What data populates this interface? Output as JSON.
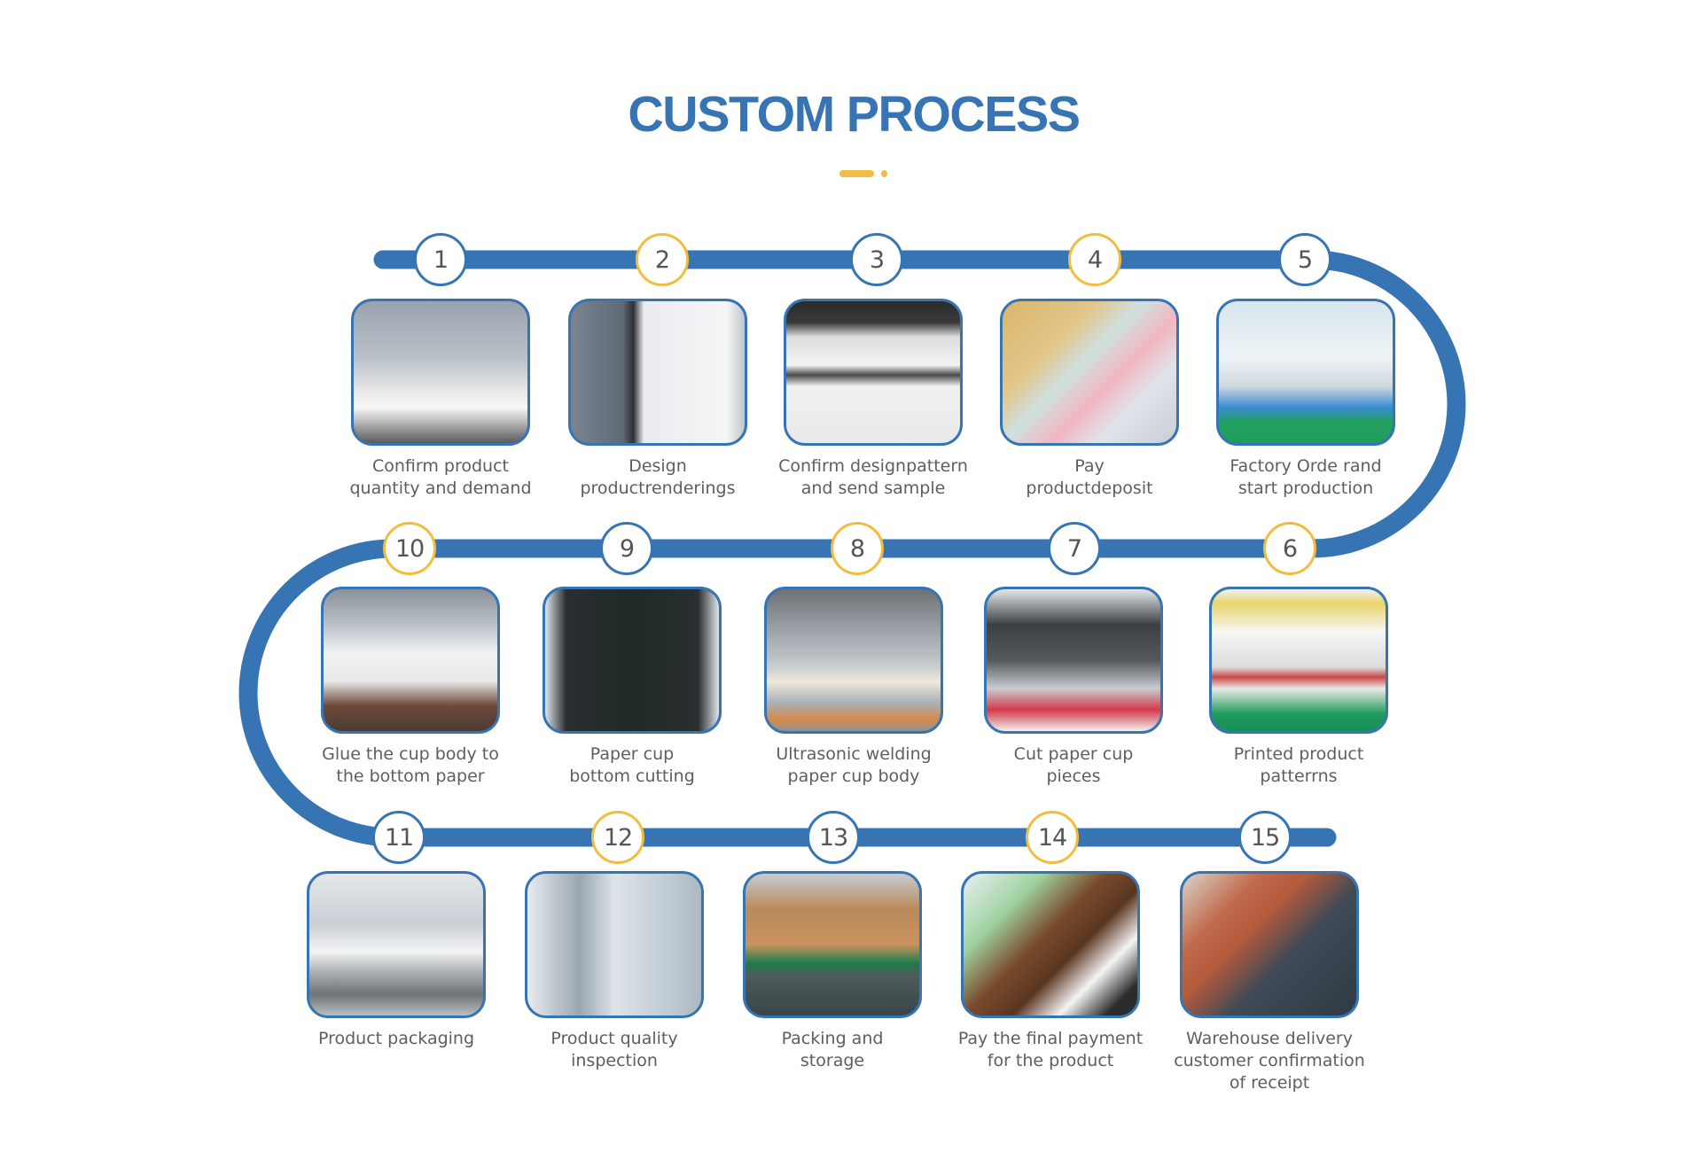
{
  "header": {
    "title": "CUSTOM PROCESS"
  },
  "colors": {
    "brand_blue": "#3674b3",
    "accent_gold": "#f2bd3e",
    "label_gray": "#5e5e5e",
    "number_gray": "#555555"
  },
  "steps": [
    {
      "number": "1",
      "ring": "blue",
      "image": "office-team-photo",
      "label_lines": [
        "Confirm product",
        "quantity and demand"
      ]
    },
    {
      "number": "2",
      "ring": "gold",
      "image": "designer-monitor-photo",
      "label_lines": [
        "Design",
        "productrenderings"
      ]
    },
    {
      "number": "3",
      "ring": "blue",
      "image": "printer-sample-photo",
      "label_lines": [
        "Confirm designpattern",
        "and send sample"
      ]
    },
    {
      "number": "4",
      "ring": "gold",
      "image": "money-coins-photo",
      "label_lines": [
        "Pay",
        "productdeposit"
      ]
    },
    {
      "number": "5",
      "ring": "blue",
      "image": "factory-floor-photo",
      "label_lines": [
        "Factory Orde rand",
        "start production"
      ]
    },
    {
      "number": "6",
      "ring": "gold",
      "image": "printing-press-photo",
      "label_lines": [
        "Printed product",
        "patterrns"
      ]
    },
    {
      "number": "7",
      "ring": "blue",
      "image": "die-cutting-photo",
      "label_lines": [
        "Cut paper cup",
        "pieces"
      ]
    },
    {
      "number": "8",
      "ring": "gold",
      "image": "ultrasonic-welding-photo",
      "label_lines": [
        "Ultrasonic welding",
        "paper cup body"
      ]
    },
    {
      "number": "9",
      "ring": "blue",
      "image": "inspection-monitor-photo",
      "label_lines": [
        "Paper cup",
        "bottom cutting"
      ]
    },
    {
      "number": "10",
      "ring": "gold",
      "image": "cup-forming-machine-photo",
      "label_lines": [
        "Glue the cup body to",
        "the bottom paper"
      ]
    },
    {
      "number": "11",
      "ring": "blue",
      "image": "packaging-machine-photo",
      "label_lines": [
        "Product packaging"
      ]
    },
    {
      "number": "12",
      "ring": "gold",
      "image": "quality-inspector-photo",
      "label_lines": [
        "Product quality",
        "inspection"
      ]
    },
    {
      "number": "13",
      "ring": "blue",
      "image": "warehouse-boxes-photo",
      "label_lines": [
        "Packing and",
        "storage"
      ]
    },
    {
      "number": "14",
      "ring": "gold",
      "image": "payment-calculator-photo",
      "label_lines": [
        "Pay the final payment",
        "for the product"
      ]
    },
    {
      "number": "15",
      "ring": "blue",
      "image": "truck-delivery-photo",
      "label_lines": [
        "Warehouse delivery",
        "customer confirmation",
        "of receipt"
      ]
    }
  ]
}
